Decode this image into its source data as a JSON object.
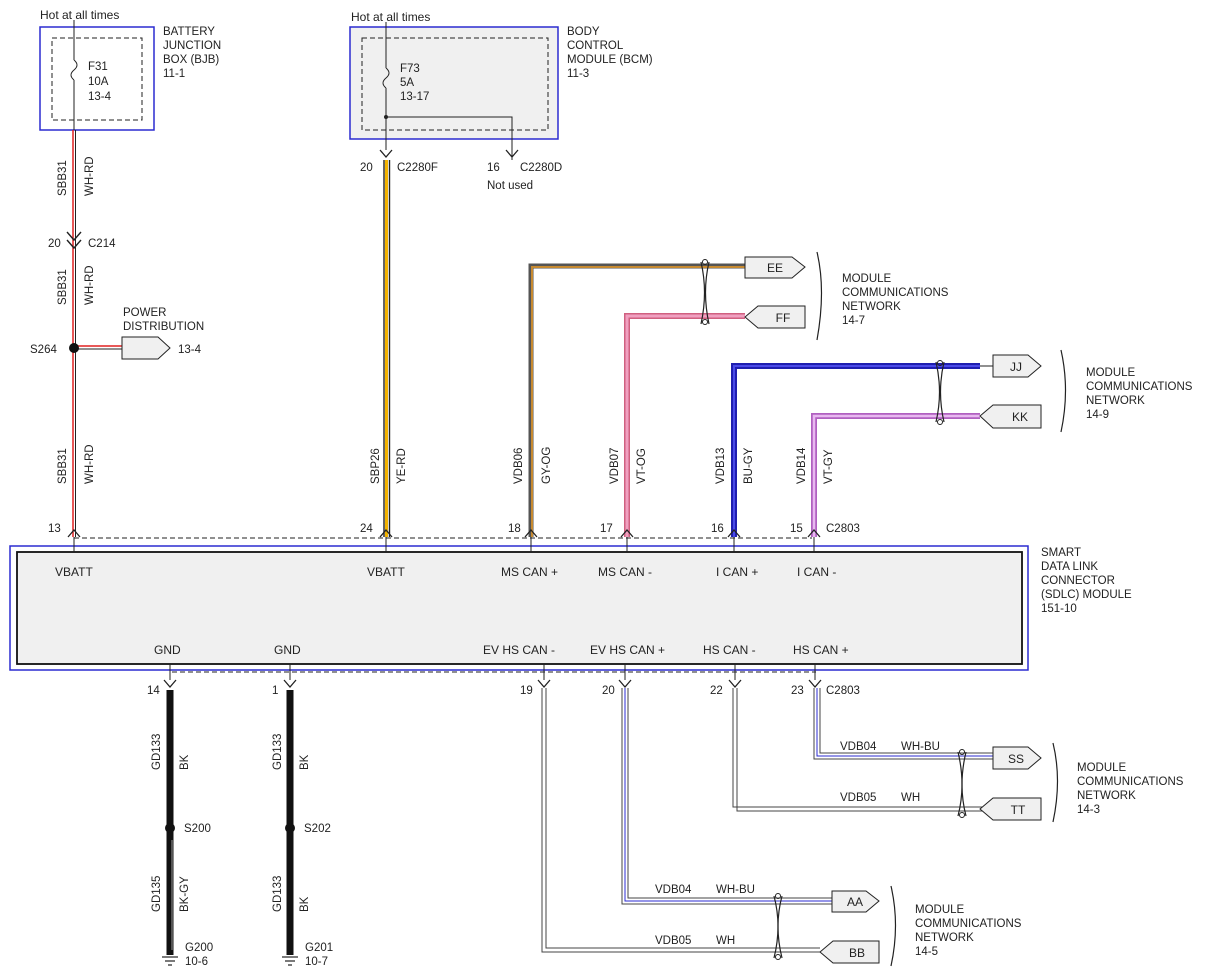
{
  "bjb": {
    "hot": "Hot at all times",
    "fuse_id": "F31",
    "fuse_amp": "10A",
    "fuse_ref": "13-4",
    "name_l1": "BATTERY",
    "name_l2": "JUNCTION",
    "name_l3": "BOX (BJB)",
    "ref": "11-1"
  },
  "bcm": {
    "hot": "Hot at all times",
    "fuse_id": "F73",
    "fuse_amp": "5A",
    "fuse_ref": "13-17",
    "name_l1": "BODY",
    "name_l2": "CONTROL",
    "name_l3": "MODULE (BCM)",
    "ref": "11-3"
  },
  "pins_top": {
    "p20": "20",
    "c2280f": "C2280F",
    "p16": "16",
    "c2280d": "C2280D",
    "not_used": "Not used",
    "c214_pin": "20",
    "c214": "C214"
  },
  "wires": {
    "sbb31": "SBB31",
    "wh_rd": "WH-RD",
    "sbp26": "SBP26",
    "ye_rd": "YE-RD",
    "vdb06": "VDB06",
    "gy_og": "GY-OG",
    "vdb07": "VDB07",
    "vt_og": "VT-OG",
    "vdb13": "VDB13",
    "bu_gy": "BU-GY",
    "vdb14": "VDB14",
    "vt_gy": "VT-GY",
    "gd133": "GD133",
    "bk": "BK",
    "gd135": "GD135",
    "bk_gy": "BK-GY",
    "vdb04": "VDB04",
    "wh_bu": "WH-BU",
    "vdb05": "VDB05",
    "wh": "WH"
  },
  "splice": {
    "s264": "S264",
    "power_l1": "POWER",
    "power_l2": "DISTRIBUTION",
    "power_ref": "13-4",
    "s200": "S200",
    "s202": "S202"
  },
  "connectors": {
    "ee": "EE",
    "ff": "FF",
    "jj": "JJ",
    "kk": "KK",
    "ss": "SS",
    "tt": "TT",
    "aa": "AA",
    "bb": "BB"
  },
  "network": {
    "l1": "MODULE",
    "l2": "COMMUNICATIONS",
    "l3": "NETWORK",
    "ref_top1": "14-7",
    "ref_top2": "14-9",
    "ref_bot1": "14-3",
    "ref_bot2": "14-5"
  },
  "sdlc": {
    "top_pins": [
      "13",
      "24",
      "18",
      "17",
      "16",
      "15"
    ],
    "top_connector": "C2803",
    "top_labels": [
      "VBATT",
      "VBATT",
      "MS CAN +",
      "MS CAN -",
      "I CAN +",
      "I CAN -"
    ],
    "bottom_labels": [
      "GND",
      "GND",
      "EV HS CAN -",
      "EV HS CAN +",
      "HS CAN -",
      "HS CAN +"
    ],
    "bottom_pins": [
      "14",
      "1",
      "19",
      "20",
      "22",
      "23"
    ],
    "bottom_connector": "C2803",
    "name_l1": "SMART",
    "name_l2": "DATA LINK",
    "name_l3": "CONNECTOR",
    "name_l4": "(SDLC) MODULE",
    "ref": "151-10"
  },
  "grounds": {
    "g200": "G200",
    "g200_ref": "10-6",
    "g201": "G201",
    "g201_ref": "10-7"
  }
}
